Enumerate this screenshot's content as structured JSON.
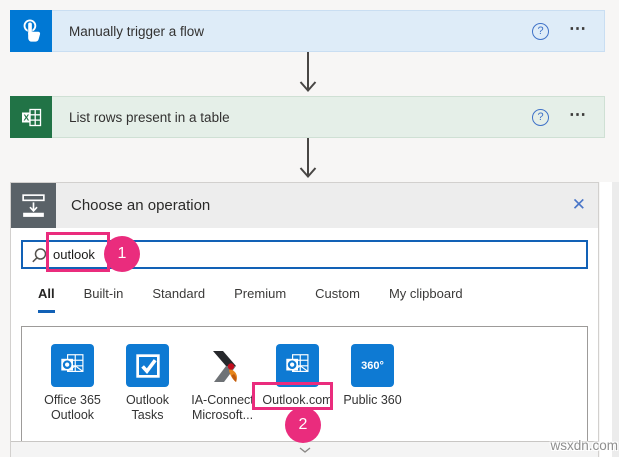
{
  "flow": {
    "steps": [
      {
        "title": "Manually trigger a flow",
        "icon": "touch-icon",
        "accent": "#0078d4"
      },
      {
        "title": "List rows present in a table",
        "icon": "excel-icon",
        "accent": "#217346"
      }
    ],
    "help_glyph": "?",
    "more_glyph": "⋯",
    "excel_letter": "X"
  },
  "panel": {
    "title": "Choose an operation",
    "close_glyph": "✕",
    "search": {
      "value": "outlook",
      "icon": "search-icon"
    },
    "tabs": [
      {
        "label": "All",
        "selected": true
      },
      {
        "label": "Built-in",
        "selected": false
      },
      {
        "label": "Standard",
        "selected": false
      },
      {
        "label": "Premium",
        "selected": false
      },
      {
        "label": "Custom",
        "selected": false
      },
      {
        "label": "My clipboard",
        "selected": false
      }
    ],
    "connectors": [
      {
        "line1": "Office 365",
        "line2": "Outlook",
        "icon": "outlook-icon"
      },
      {
        "line1": "Outlook",
        "line2": "Tasks",
        "icon": "tasks-icon"
      },
      {
        "line1": "IA-Connect",
        "line2": "Microsoft...",
        "icon": "ia-connect-icon"
      },
      {
        "line1": "Outlook.com",
        "line2": "",
        "icon": "outlook-icon",
        "highlighted": true
      },
      {
        "line1": "Public 360",
        "line2": "",
        "icon": "public-360-icon",
        "icon_text": "360°"
      }
    ]
  },
  "annotations": {
    "color": "#ea2c7d",
    "steps": [
      {
        "label": "1"
      },
      {
        "label": "2"
      }
    ]
  },
  "watermark": {
    "text": "wsxdn.com"
  },
  "colors": {
    "trigger_blue": "#0078d4",
    "excel_green": "#217346",
    "search_border_blue": "#1261b6",
    "annotation_pink": "#ea2c7d",
    "panel_header_gray": "#ededed",
    "panel_icon_gray": "#5a6268"
  }
}
